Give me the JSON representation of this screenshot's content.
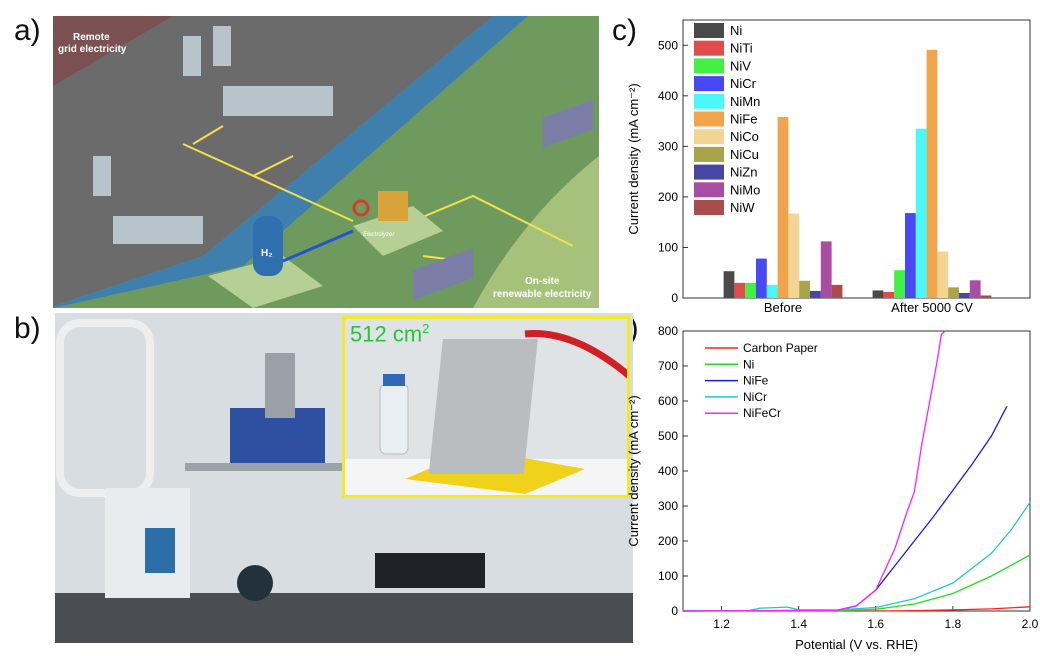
{
  "panels": {
    "a": {
      "label": "a)",
      "remote_label_1": "Remote",
      "remote_label_2": "grid electricity",
      "onsite_label_1": "On-site",
      "onsite_label_2": "renewable electricity",
      "tank_label": "H₂",
      "electrolyzer_label": "Electrolyzer"
    },
    "b": {
      "label": "b)",
      "inset_label": "512 cm",
      "inset_label_sup": "2"
    },
    "c": {
      "label": "c)"
    },
    "d": {
      "label": "d)"
    }
  },
  "colors": {
    "inset_border": "#f2ea22",
    "inset_text": "#27c43a"
  },
  "chart_data": [
    {
      "type": "bar",
      "ylabel": "Current density (mA cm⁻²)",
      "xlabel": "",
      "ylim": [
        0,
        550
      ],
      "yticks": [
        0,
        100,
        200,
        300,
        400,
        500
      ],
      "categories": [
        "Before",
        "After 5000 CV"
      ],
      "legend_position": "top-left",
      "series": [
        {
          "name": "Ni",
          "color": "#4a4a4a",
          "values": [
            53,
            15
          ]
        },
        {
          "name": "NiTi",
          "color": "#e04c4c",
          "values": [
            30,
            12
          ]
        },
        {
          "name": "NiV",
          "color": "#44f044",
          "values": [
            30,
            55
          ]
        },
        {
          "name": "NiCr",
          "color": "#4848f4",
          "values": [
            78,
            168
          ]
        },
        {
          "name": "NiMn",
          "color": "#4af8f8",
          "values": [
            26,
            335
          ]
        },
        {
          "name": "NiFe",
          "color": "#f0a44c",
          "values": [
            358,
            491
          ]
        },
        {
          "name": "NiCo",
          "color": "#f2d594",
          "values": [
            167,
            92
          ]
        },
        {
          "name": "NiCu",
          "color": "#a8a448",
          "values": [
            34,
            21
          ]
        },
        {
          "name": "NiZn",
          "color": "#4848a4",
          "values": [
            14,
            10
          ]
        },
        {
          "name": "NiMo",
          "color": "#a84ca4",
          "values": [
            112,
            35
          ]
        },
        {
          "name": "NiW",
          "color": "#a84c4c",
          "values": [
            26,
            5
          ]
        }
      ]
    },
    {
      "type": "line",
      "xlabel": "Potential (V vs. RHE)",
      "ylabel": "Current density (mA cm⁻²)",
      "xlim": [
        1.1,
        2.0
      ],
      "ylim": [
        0,
        800
      ],
      "xticks": [
        1.2,
        1.4,
        1.6,
        1.8,
        2.0
      ],
      "xtick_labels": [
        "1.2",
        "1.4",
        "1.6",
        "1.8",
        "2.0"
      ],
      "yticks": [
        0,
        100,
        200,
        300,
        400,
        500,
        600,
        700,
        800
      ],
      "legend_position": "top-left",
      "series": [
        {
          "name": "Carbon Paper",
          "color": "#ff2020",
          "x": [
            1.1,
            1.6,
            1.7,
            1.8,
            1.9,
            2.0
          ],
          "y": [
            0,
            0,
            1,
            3,
            6,
            12
          ]
        },
        {
          "name": "Ni",
          "color": "#22dd22",
          "x": [
            1.1,
            1.5,
            1.6,
            1.7,
            1.8,
            1.9,
            2.0
          ],
          "y": [
            0,
            1,
            5,
            20,
            50,
            100,
            160
          ]
        },
        {
          "name": "NiFe",
          "color": "#1a1ae0",
          "x": [
            1.1,
            1.5,
            1.55,
            1.6,
            1.65,
            1.7,
            1.75,
            1.8,
            1.85,
            1.9,
            1.94
          ],
          "y": [
            0,
            2,
            15,
            60,
            130,
            200,
            270,
            345,
            420,
            500,
            585
          ]
        },
        {
          "name": "NiCr",
          "color": "#22c8c8",
          "x": [
            1.1,
            1.27,
            1.3,
            1.37,
            1.4,
            1.5,
            1.6,
            1.7,
            1.8,
            1.9,
            1.95,
            2.0
          ],
          "y": [
            0,
            1,
            8,
            11,
            4,
            3,
            10,
            35,
            80,
            165,
            230,
            310
          ]
        },
        {
          "name": "NiFeCr",
          "color": "#ff22ff",
          "x": [
            1.1,
            1.5,
            1.55,
            1.6,
            1.65,
            1.68,
            1.7,
            1.72,
            1.74,
            1.76,
            1.77,
            1.78
          ],
          "y": [
            0,
            2,
            15,
            60,
            180,
            280,
            340,
            480,
            600,
            720,
            790,
            800
          ]
        }
      ]
    }
  ]
}
